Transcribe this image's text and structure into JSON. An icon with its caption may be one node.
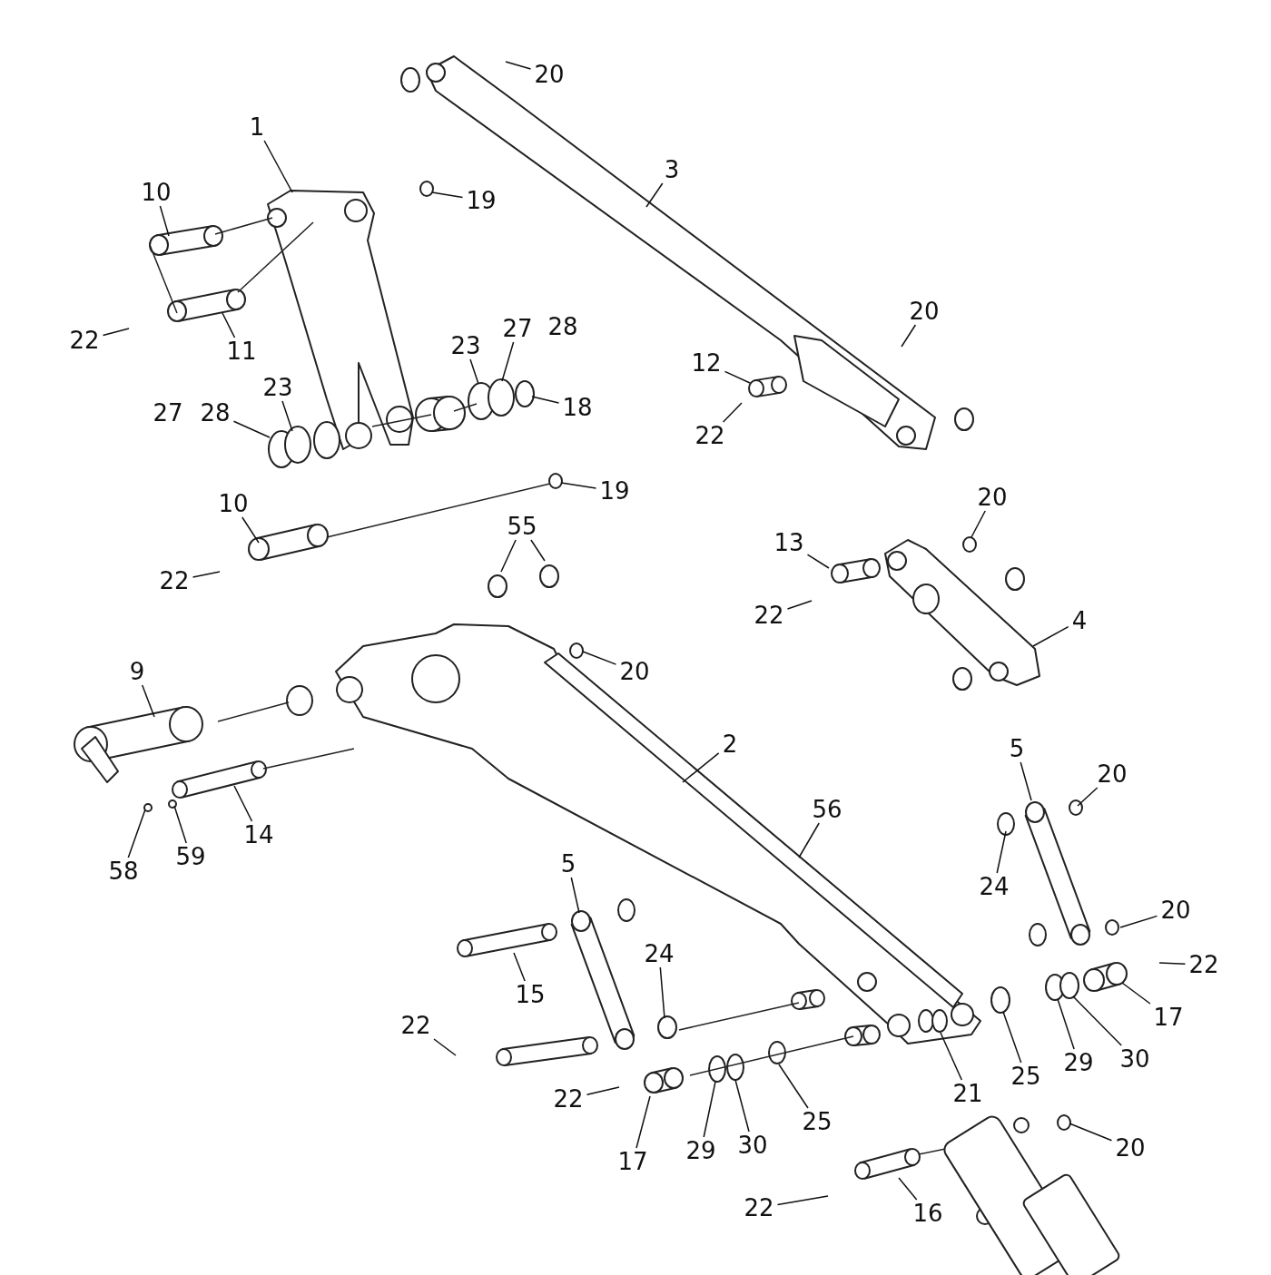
{
  "diagram": {
    "nodes": [
      {
        "text": [
          "20"
        ]
      },
      {
        "text": [
          "1"
        ]
      },
      {
        "text": [
          "3"
        ]
      },
      {
        "text": [
          "10"
        ]
      },
      {
        "text": [
          "19"
        ]
      },
      {
        "text": [
          "20"
        ]
      },
      {
        "text": [
          "27"
        ]
      },
      {
        "text": [
          "23"
        ]
      },
      {
        "text": [
          "22"
        ]
      },
      {
        "text": [
          "11"
        ]
      },
      {
        "text": [
          "12"
        ]
      },
      {
        "text": [
          "23"
        ]
      },
      {
        "text": [
          "28"
        ]
      },
      {
        "text": [
          "18"
        ]
      },
      {
        "text": [
          "22"
        ]
      },
      {
        "text": [
          "19"
        ]
      },
      {
        "text": [
          "20"
        ]
      },
      {
        "text": [
          "10"
        ]
      },
      {
        "text": [
          "55"
        ]
      },
      {
        "text": [
          "13"
        ]
      },
      {
        "text": [
          "22"
        ]
      },
      {
        "text": [
          "22"
        ]
      },
      {
        "text": [
          "4"
        ]
      },
      {
        "text": [
          "9"
        ]
      },
      {
        "text": [
          "20"
        ]
      },
      {
        "text": [
          "2"
        ]
      },
      {
        "text": [
          "5"
        ]
      },
      {
        "text": [
          "20"
        ]
      },
      {
        "text": [
          "56"
        ]
      },
      {
        "text": [
          "14"
        ]
      },
      {
        "text": [
          "59"
        ]
      },
      {
        "text": [
          "5"
        ]
      },
      {
        "text": [
          "58"
        ]
      },
      {
        "text": [
          "24"
        ]
      },
      {
        "text": [
          "20"
        ]
      },
      {
        "text": [
          "24"
        ]
      },
      {
        "text": [
          "22"
        ]
      },
      {
        "text": [
          "15"
        ]
      },
      {
        "text": [
          "17"
        ]
      },
      {
        "text": [
          "22"
        ]
      },
      {
        "text": [
          "25"
        ]
      },
      {
        "text": [
          "29"
        ]
      },
      {
        "text": [
          "30"
        ]
      },
      {
        "text": [
          "21"
        ]
      },
      {
        "text": [
          "22"
        ]
      },
      {
        "text": [
          "25"
        ]
      },
      {
        "text": [
          "30"
        ]
      },
      {
        "text": [
          "29"
        ]
      },
      {
        "text": [
          "20"
        ]
      },
      {
        "text": [
          "17"
        ]
      },
      {
        "text": [
          "16"
        ]
      },
      {
        "text": [
          "22"
        ]
      }
    ],
    "edges": [
      {
        "from": 0,
        "to": null,
        "arrow": "none"
      },
      {
        "from": 1,
        "to": null,
        "arrow": "none"
      },
      {
        "from": 2,
        "to": null,
        "arrow": "none"
      },
      {
        "from": 3,
        "to": null,
        "arrow": "none"
      },
      {
        "from": 4,
        "to": null,
        "arrow": "none"
      },
      {
        "from": 5,
        "to": null,
        "arrow": "none"
      },
      {
        "from": 6,
        "to": null,
        "arrow": "none"
      },
      {
        "from": 7,
        "to": null,
        "arrow": "none"
      },
      {
        "from": 8,
        "to": null,
        "arrow": "none"
      },
      {
        "from": 9,
        "to": null,
        "arrow": "none"
      },
      {
        "from": 10,
        "to": null,
        "arrow": "none"
      },
      {
        "from": 11,
        "to": null,
        "arrow": "none"
      },
      {
        "from": 12,
        "to": null,
        "arrow": "none"
      },
      {
        "from": 13,
        "to": null,
        "arrow": "none"
      },
      {
        "from": 14,
        "to": null,
        "arrow": "none"
      },
      {
        "from": 15,
        "to": null,
        "arrow": "none"
      },
      {
        "from": 16,
        "to": null,
        "arrow": "none"
      },
      {
        "from": 17,
        "to": null,
        "arrow": "none"
      },
      {
        "from": 18,
        "to": null,
        "arrow": "none"
      },
      {
        "from": 18,
        "to": null,
        "arrow": "none"
      },
      {
        "from": 19,
        "to": null,
        "arrow": "none"
      },
      {
        "from": 20,
        "to": null,
        "arrow": "none"
      },
      {
        "from": 21,
        "to": null,
        "arrow": "none"
      },
      {
        "from": 22,
        "to": null,
        "arrow": "none"
      },
      {
        "from": 23,
        "to": null,
        "arrow": "none"
      },
      {
        "from": 24,
        "to": null,
        "arrow": "none"
      },
      {
        "from": 25,
        "to": null,
        "arrow": "none"
      },
      {
        "from": 26,
        "to": null,
        "arrow": "none"
      },
      {
        "from": 27,
        "to": null,
        "arrow": "none"
      },
      {
        "from": 28,
        "to": null,
        "arrow": "none"
      },
      {
        "from": 29,
        "to": null,
        "arrow": "none"
      },
      {
        "from": 30,
        "to": null,
        "arrow": "none"
      },
      {
        "from": 31,
        "to": null,
        "arrow": "none"
      },
      {
        "from": 32,
        "to": null,
        "arrow": "none"
      },
      {
        "from": 33,
        "to": null,
        "arrow": "none"
      },
      {
        "from": 34,
        "to": null,
        "arrow": "none"
      },
      {
        "from": 35,
        "to": null,
        "arrow": "none"
      },
      {
        "from": 36,
        "to": null,
        "arrow": "none"
      },
      {
        "from": 37,
        "to": null,
        "arrow": "none"
      },
      {
        "from": 38,
        "to": null,
        "arrow": "none"
      },
      {
        "from": 39,
        "to": null,
        "arrow": "none"
      },
      {
        "from": 40,
        "to": null,
        "arrow": "none"
      },
      {
        "from": 41,
        "to": null,
        "arrow": "none"
      },
      {
        "from": 42,
        "to": null,
        "arrow": "none"
      },
      {
        "from": 43,
        "to": null,
        "arrow": "none"
      },
      {
        "from": 44,
        "to": null,
        "arrow": "none"
      },
      {
        "from": 45,
        "to": null,
        "arrow": "none"
      },
      {
        "from": 46,
        "to": null,
        "arrow": "none"
      },
      {
        "from": 47,
        "to": null,
        "arrow": "none"
      },
      {
        "from": 48,
        "to": null,
        "arrow": "none"
      },
      {
        "from": 49,
        "to": null,
        "arrow": "none"
      },
      {
        "from": 50,
        "to": null,
        "arrow": "none"
      },
      {
        "from": 51,
        "to": null,
        "arrow": "none"
      }
    ],
    "labels": [
      "28",
      "27"
    ]
  }
}
